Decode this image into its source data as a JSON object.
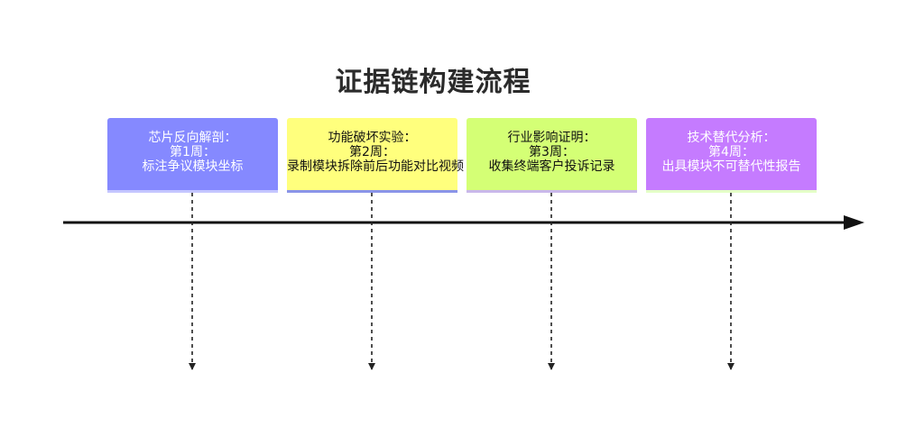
{
  "title": "证据链构建流程",
  "stages": [
    {
      "name": "芯片反向解剖：",
      "week": "第1周：",
      "task": "标注争议模块坐标",
      "color": "#8589ff",
      "accent": "#c4c6ff",
      "text_color": "#ffffff"
    },
    {
      "name": "功能破坏实验：",
      "week": "第2周：",
      "task": "录制模块拆除前后功能对比视频",
      "color": "#ffff7d",
      "accent": "#8a94e8",
      "text_color": "#111111"
    },
    {
      "name": "行业影响证明：",
      "week": "第3周：",
      "task": "收集终端客户投诉记录",
      "color": "#d4ff75",
      "accent": "#c9b8ea",
      "text_color": "#111111"
    },
    {
      "name": "技术替代分析：",
      "week": "第4周：",
      "task": "出具模块不可替代性报告",
      "color": "#c57bff",
      "accent": "#e4ffc7",
      "text_color": "#ffffff"
    }
  ]
}
